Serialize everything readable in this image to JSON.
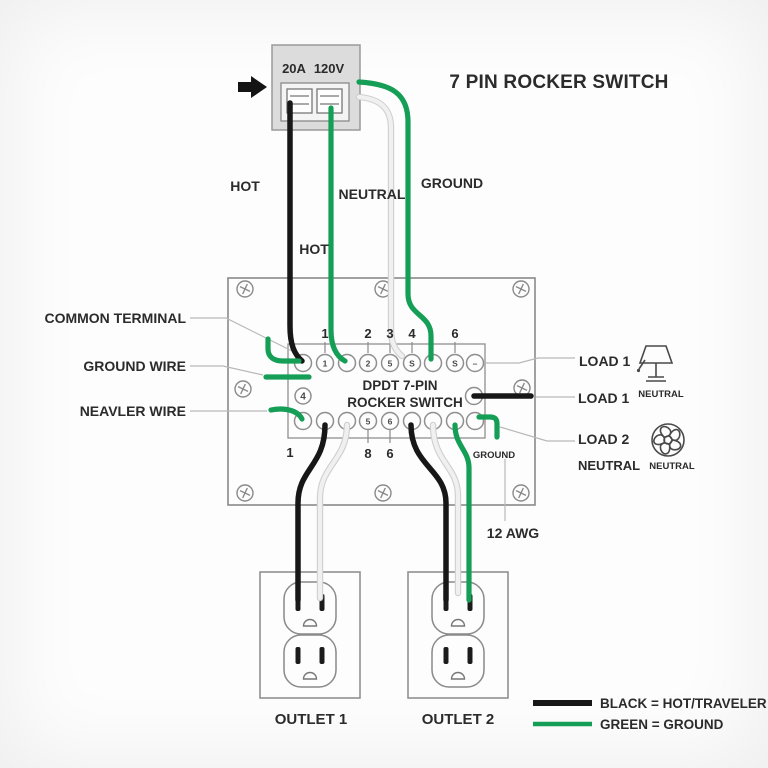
{
  "title": "7 PIN ROCKER SWITCH",
  "colors": {
    "green": "#149e56",
    "black": "#171717",
    "white_wire": "#ededed"
  },
  "icons": [
    "arrow-right-icon",
    "screw-icon",
    "lamp-icon",
    "fan-icon"
  ],
  "breaker": {
    "amps": "20A",
    "volts": "120V"
  },
  "wire_labels": {
    "hot": "HOT",
    "hot2": "HOT",
    "neutral": "NEUTRAL",
    "ground": "GROUND"
  },
  "left_labels": {
    "common": "COMMON TERMINAL",
    "ground_wire": "GROUND WIRE",
    "neavler": "NEAVLER WIRE"
  },
  "switch": {
    "name_line1": "DPDT 7-PIN",
    "name_line2": "ROCKER SWITCH",
    "top_pins": [
      "1",
      "2",
      "3",
      "4",
      "6"
    ],
    "bottom_pins": [
      "1",
      "8",
      "6"
    ],
    "top_glyphs": [
      "",
      "1",
      "",
      "2",
      "5",
      "S",
      "",
      "S",
      "–"
    ],
    "bottom_glyphs": [
      "",
      "",
      "",
      "5",
      "6",
      "",
      "",
      "",
      ""
    ],
    "circled": "4",
    "ground_label": "GROUND"
  },
  "right_labels": {
    "load1_top": "LOAD 1",
    "load1_mid": "LOAD 1",
    "load2": "LOAD 2",
    "load2_sub": "NEUTRAL",
    "lamp_neutral": "NEUTRAL",
    "fan_neutral": "NEUTRAL",
    "awg": "12 AWG"
  },
  "outlets": {
    "outlet1": "OUTLET 1",
    "outlet2": "OUTLET 2"
  },
  "legend": {
    "black": "BLACK = HOT/TRAVELER",
    "green": "GREEN = GROUND"
  }
}
